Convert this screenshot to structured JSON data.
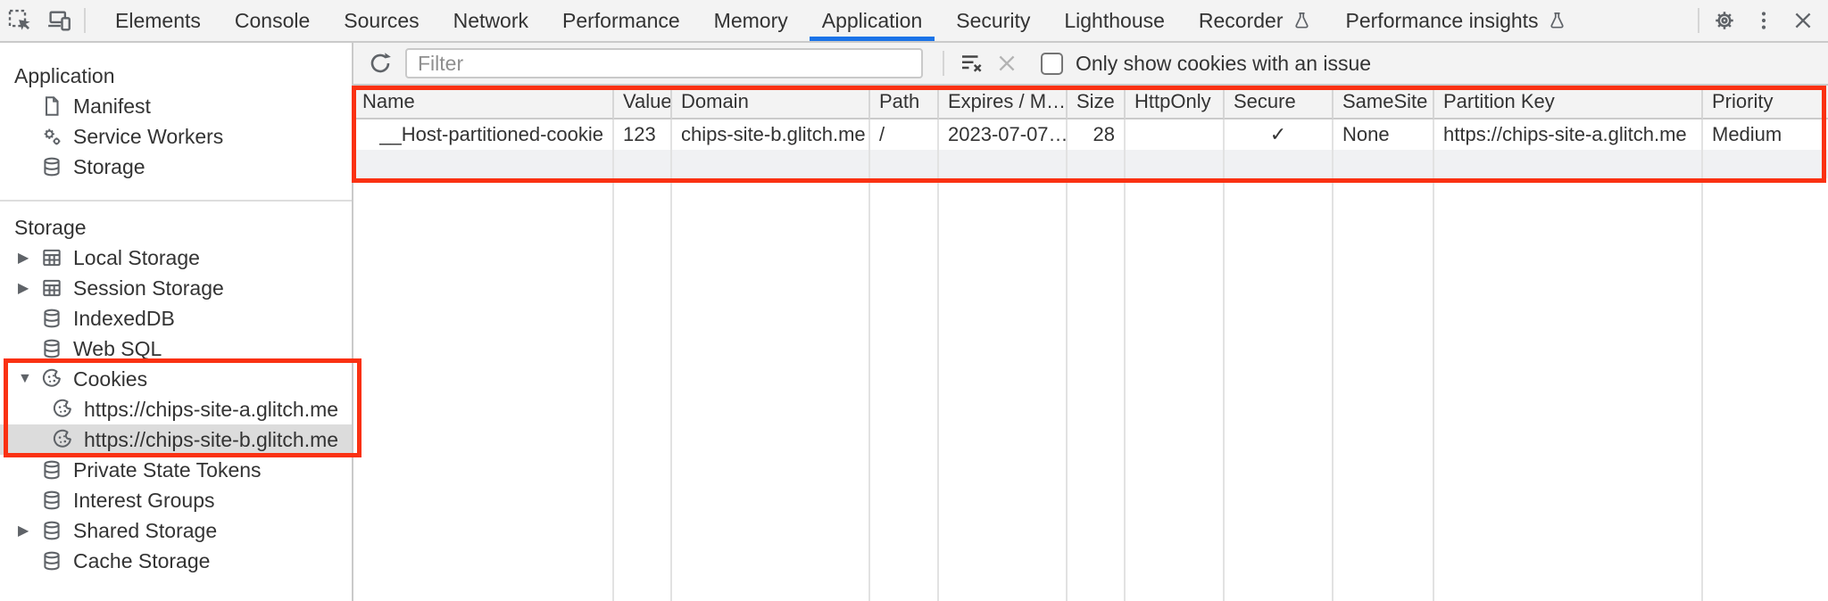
{
  "tabbar": {
    "tabs": [
      {
        "label": "Elements"
      },
      {
        "label": "Console"
      },
      {
        "label": "Sources"
      },
      {
        "label": "Network"
      },
      {
        "label": "Performance"
      },
      {
        "label": "Memory"
      },
      {
        "label": "Application",
        "active": true
      },
      {
        "label": "Security"
      },
      {
        "label": "Lighthouse"
      },
      {
        "label": "Recorder",
        "preview": true
      },
      {
        "label": "Performance insights",
        "preview": true
      }
    ]
  },
  "sidebar": {
    "sections": [
      {
        "title": "Application",
        "items": [
          {
            "label": "Manifest",
            "icon": "document-icon"
          },
          {
            "label": "Service Workers",
            "icon": "service-workers-icon"
          },
          {
            "label": "Storage",
            "icon": "database-icon"
          }
        ]
      },
      {
        "title": "Storage",
        "items": [
          {
            "label": "Local Storage",
            "icon": "table-icon",
            "state": "collapsed"
          },
          {
            "label": "Session Storage",
            "icon": "table-icon",
            "state": "collapsed"
          },
          {
            "label": "IndexedDB",
            "icon": "database-icon"
          },
          {
            "label": "Web SQL",
            "icon": "database-icon"
          },
          {
            "label": "Cookies",
            "icon": "cookie-icon",
            "state": "expanded"
          },
          {
            "label": "https://chips-site-a.glitch.me",
            "icon": "cookie-icon",
            "child": true
          },
          {
            "label": "https://chips-site-b.glitch.me",
            "icon": "cookie-icon",
            "child": true,
            "selected": true
          },
          {
            "label": "Private State Tokens",
            "icon": "database-icon"
          },
          {
            "label": "Interest Groups",
            "icon": "database-icon"
          },
          {
            "label": "Shared Storage",
            "icon": "database-icon",
            "state": "collapsed"
          },
          {
            "label": "Cache Storage",
            "icon": "database-icon"
          }
        ]
      }
    ]
  },
  "glyphs": {
    "collapsed_arrow": "▶",
    "expanded_arrow": "▼"
  },
  "toolbar": {
    "filter_placeholder": "Filter",
    "filter_value": "",
    "only_issue_label": "Only show cookies with an issue",
    "checkbox_checked": false
  },
  "table": {
    "columns": [
      "Name",
      "Value",
      "Domain",
      "Path",
      "Expires / M…",
      "Size",
      "HttpOnly",
      "Secure",
      "SameSite",
      "Partition Key",
      "Priority"
    ],
    "row": {
      "name": "__Host-partitioned-cookie",
      "value": "123",
      "domain": "chips-site-b.glitch.me",
      "path": "/",
      "expires": "2023-07-07…",
      "size": "28",
      "http_only": "",
      "secure": "✓",
      "same_site": "None",
      "partition_key": "https://chips-site-a.glitch.me",
      "priority": "Medium"
    }
  },
  "colors": {
    "accent_blue": "#1a73e8",
    "annotation_red": "#fa3112",
    "selection_gray": "#dcdcdc",
    "toolbar_gray": "#f3f3f3"
  }
}
